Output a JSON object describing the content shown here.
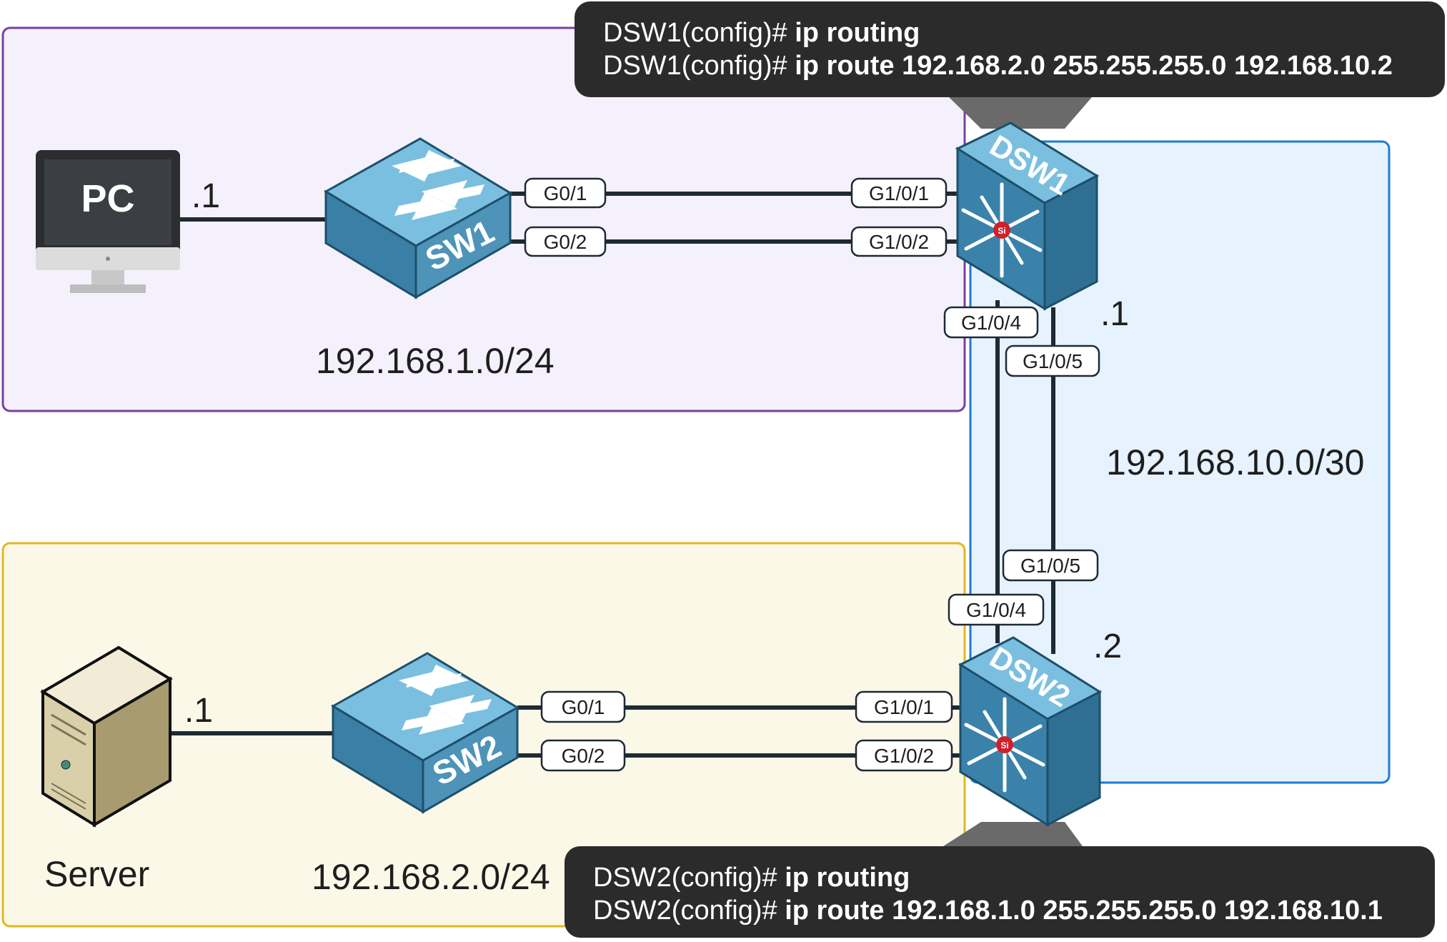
{
  "zones": {
    "lan1": {
      "subnet": "192.168.1.0/24",
      "border": "#7a3fa0",
      "fill": "#f4f1fc"
    },
    "lan2": {
      "subnet": "192.168.2.0/24",
      "border": "#e0b820",
      "fill": "#fcf8e8"
    },
    "transit": {
      "subnet": "192.168.10.0/30",
      "border": "#1f7bd0",
      "fill": "#e6f2fd"
    }
  },
  "devices": {
    "pc": {
      "label": "PC",
      "ip_suffix": ".1"
    },
    "server": {
      "label": "Server",
      "ip_suffix": ".1"
    },
    "sw1": {
      "label": "SW1"
    },
    "sw2": {
      "label": "SW2"
    },
    "dsw1": {
      "label": "DSW1",
      "ip_suffix": ".1",
      "badge": "Si"
    },
    "dsw2": {
      "label": "DSW2",
      "ip_suffix": ".2",
      "badge": "Si"
    }
  },
  "interfaces": {
    "sw1_g01": "G0/1",
    "sw1_g02": "G0/2",
    "dsw1_g101": "G1/0/1",
    "dsw1_g102": "G1/0/2",
    "dsw1_g104": "G1/0/4",
    "dsw1_g105": "G1/0/5",
    "sw2_g01": "G0/1",
    "sw2_g02": "G0/2",
    "dsw2_g101": "G1/0/1",
    "dsw2_g102": "G1/0/2",
    "dsw2_g104": "G1/0/4",
    "dsw2_g105": "G1/0/5"
  },
  "cli": {
    "dsw1": {
      "line1_prompt": "DSW1(config)# ",
      "line1_cmd": "ip routing",
      "line2_prompt": "DSW1(config)# ",
      "line2_cmd": "ip route 192.168.2.0 255.255.255.0 192.168.10.2"
    },
    "dsw2": {
      "line1_prompt": "DSW2(config)# ",
      "line1_cmd": "ip routing",
      "line2_prompt": "DSW2(config)# ",
      "line2_cmd": "ip route 192.168.1.0 255.255.255.0 192.168.10.1"
    }
  },
  "colors": {
    "cable": "#1e2a33",
    "device_blue": "#3f87ad",
    "device_top": "#6fb1d3",
    "cli_bg": "#2b2b2b",
    "callout_pointer": "#6a6a6a",
    "si_badge": "#d0202a"
  }
}
